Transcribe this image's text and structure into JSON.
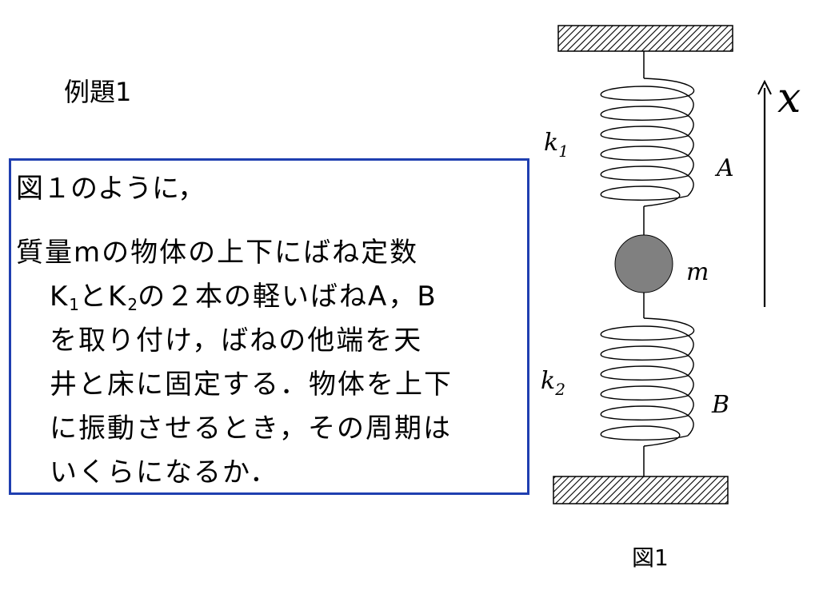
{
  "slide": {
    "title": "例題1",
    "problem": {
      "intro": "図１のように，",
      "line1": "質量mの物体の上下にばね定数",
      "line2_k1": "K",
      "line2_k1_sub": "1",
      "line2_and": "とK",
      "line2_k2_sub": "2",
      "line2_rest": "の２本の軽いばねA，B",
      "line3": "を取り付け，ばねの他端を天",
      "line4": "井と床に固定する．物体を上下",
      "line5": "に振動させるとき，その周期は",
      "line6": "いくらになるか．"
    }
  },
  "figure": {
    "label_k1": "k",
    "label_k1_sub": "1",
    "label_k2": "k",
    "label_k2_sub": "2",
    "label_spring_a": "A",
    "label_spring_b": "B",
    "label_mass": "m",
    "label_axis": "x",
    "caption": "図1",
    "box_border_color": "#1f3fb0",
    "mass_fill_color": "#808080"
  }
}
